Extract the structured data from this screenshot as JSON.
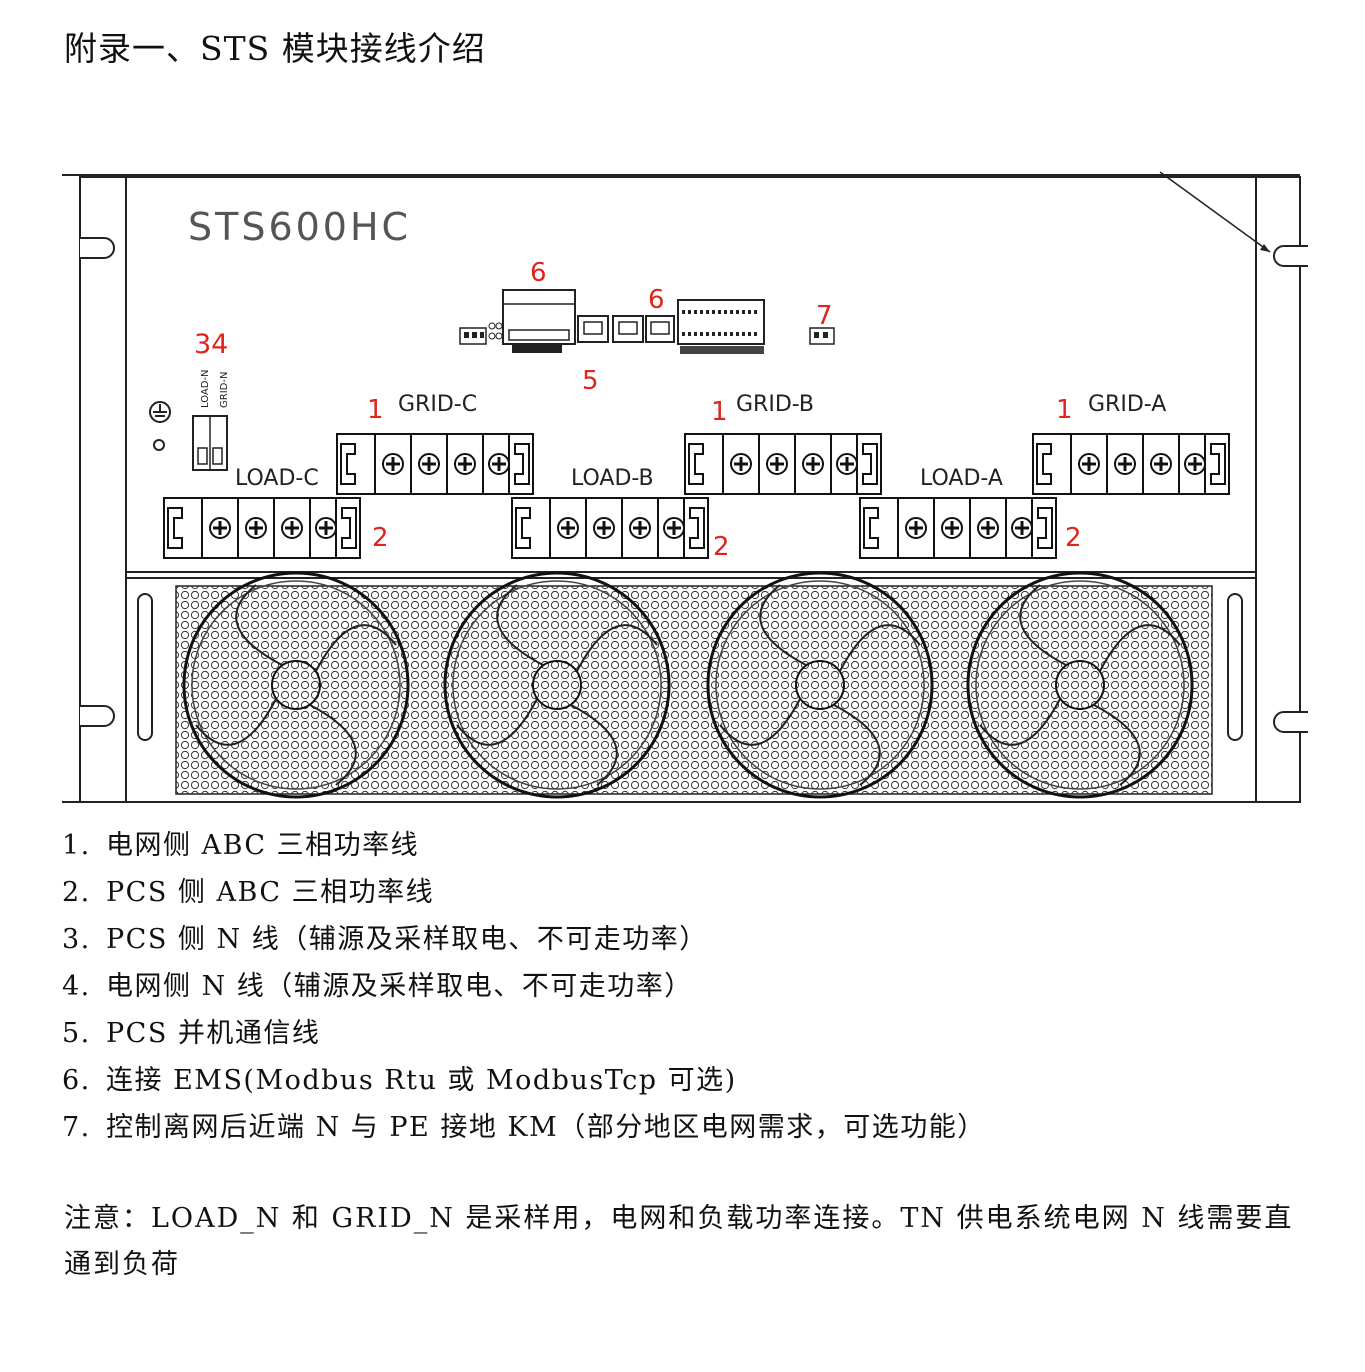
{
  "page": {
    "title": "附录一、STS 模块接线介绍"
  },
  "figure": {
    "model": "STS600HC",
    "callouts": {
      "grid_c_num": "1",
      "grid_b_num": "1",
      "grid_a_num": "1",
      "load_c_num": "2",
      "load_b_num": "2",
      "load_a_num": "2",
      "n_terminal_num": "34",
      "comm_top_num": "6",
      "comm_right_num": "6",
      "comm_bottom_num": "5",
      "km_num": "7"
    },
    "labels": {
      "grid_c": "GRID-C",
      "grid_b": "GRID-B",
      "grid_a": "GRID-A",
      "load_c": "LOAD-C",
      "load_b": "LOAD-B",
      "load_a": "LOAD-A",
      "load_n": "LOAD-N",
      "grid_n": "GRID-N"
    },
    "colors": {
      "callout": "#e0241b",
      "line": "#222222"
    }
  },
  "list": [
    {
      "num": "1.",
      "text": "电网侧 ABC 三相功率线"
    },
    {
      "num": "2.",
      "text": "PCS 侧  ABC 三相功率线"
    },
    {
      "num": "3.",
      "text": "PCS 侧 N 线（辅源及采样取电、不可走功率）"
    },
    {
      "num": "4.",
      "text": "电网侧 N 线（辅源及采样取电、不可走功率）"
    },
    {
      "num": "5.",
      "text": "PCS  并机通信线"
    },
    {
      "num": "6.",
      "text": "连接 EMS(Modbus Rtu 或 ModbusTcp  可选)"
    },
    {
      "num": "7.",
      "text": "控制离网后近端 N 与 PE 接地 KM（部分地区电网需求，可选功能）"
    }
  ],
  "note": "注意：LOAD_N 和 GRID_N 是采样用，电网和负载功率连接。TN 供电系统电网 N 线需要直通到负荷"
}
